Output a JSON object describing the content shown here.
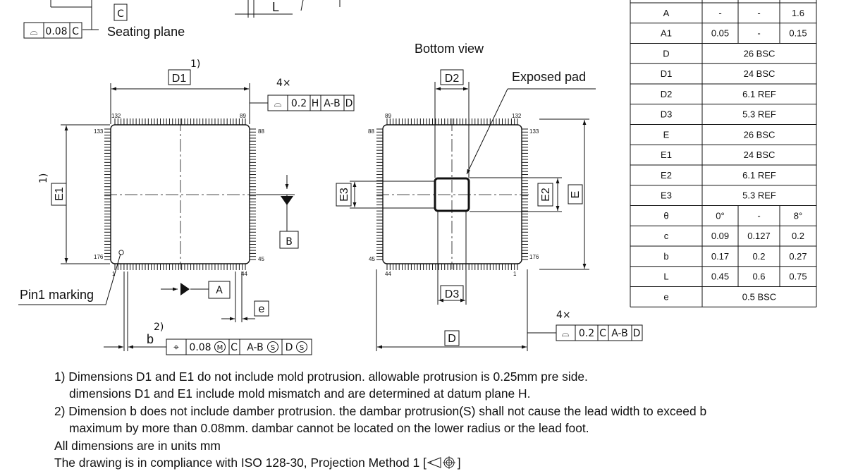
{
  "labels": {
    "seating_plane": "Seating plane",
    "bottom_view": "Bottom view",
    "exposed_pad": "Exposed pad",
    "pin1_marking": "Pin1 marking",
    "footnote_1": "1)",
    "footnote_2": "2)"
  },
  "datums": {
    "A": "A",
    "B": "B",
    "C": "C"
  },
  "dims": {
    "D": "D",
    "D1": "D1",
    "D2": "D2",
    "D3": "D3",
    "E": "E",
    "E1": "E1",
    "E2": "E2",
    "E3": "E3",
    "L": "L",
    "b": "b",
    "e": "e"
  },
  "pins": {
    "tl_top": "132",
    "tr_top": "89",
    "tl_left": "133",
    "tr_right": "88",
    "bl_left": "176",
    "br_right": "45",
    "bl_bottom": "1",
    "br_bottom": "44"
  },
  "pins_bottom": {
    "tl_top": "89",
    "tr_top": "132",
    "tl_left": "88",
    "tr_right": "133",
    "bl_left": "45",
    "br_right": "176",
    "bl_bottom": "44",
    "br_bottom": "1"
  },
  "fcf": {
    "top_left": {
      "sym": "⌓",
      "tol": "0.08",
      "datum": "C"
    },
    "top_view": {
      "count": "4×",
      "sym": "⌓",
      "tol": "0.2",
      "datums": [
        "H",
        "A-B",
        "D"
      ]
    },
    "b_pos": {
      "sym": "⌖",
      "tol": "0.08",
      "mod": "M",
      "datums": [
        "C",
        "A-B",
        "D"
      ],
      "datum_mods": [
        "S",
        "S"
      ]
    },
    "bottom_view": {
      "count": "4×",
      "sym": "⌓",
      "tol": "0.2",
      "datums": [
        "C",
        "A-B",
        "D"
      ]
    }
  },
  "table": {
    "rows": [
      {
        "sym": "A",
        "cells": [
          "-",
          "-",
          "1.6"
        ]
      },
      {
        "sym": "A1",
        "cells": [
          "0.05",
          "-",
          "0.15"
        ]
      },
      {
        "sym": "D",
        "span": "26 BSC"
      },
      {
        "sym": "D1",
        "span": "24 BSC"
      },
      {
        "sym": "D2",
        "span": "6.1 REF"
      },
      {
        "sym": "D3",
        "span": "5.3 REF"
      },
      {
        "sym": "E",
        "span": "26 BSC"
      },
      {
        "sym": "E1",
        "span": "24 BSC"
      },
      {
        "sym": "E2",
        "span": "6.1 REF"
      },
      {
        "sym": "E3",
        "span": "5.3 REF"
      },
      {
        "sym": "θ",
        "cells": [
          "0°",
          "-",
          "8°"
        ]
      },
      {
        "sym": "c",
        "cells": [
          "0.09",
          "0.127",
          "0.2"
        ]
      },
      {
        "sym": "b",
        "cells": [
          "0.17",
          "0.2",
          "0.27"
        ]
      },
      {
        "sym": "L",
        "cells": [
          "0.45",
          "0.6",
          "0.75"
        ]
      },
      {
        "sym": "e",
        "span": "0.5 BSC"
      }
    ]
  },
  "notes": [
    "1) Dimensions D1 and E1 do not include mold protrusion. allowable protrusion is 0.25mm pre side.",
    "dimensions D1 and E1 include mold mismatch and are determined at datum plane H.",
    "2) Dimension b does not include damber protrusion. the dambar protrusion(S) shall not cause the lead width to exceed b",
    "maximum by more than 0.08mm. dambar cannot be located on the lower radius or the lead foot.",
    "All dimensions are in units mm",
    "The drawing is in compliance with ISO 128-30, Projection Method 1 [",
    "]"
  ]
}
